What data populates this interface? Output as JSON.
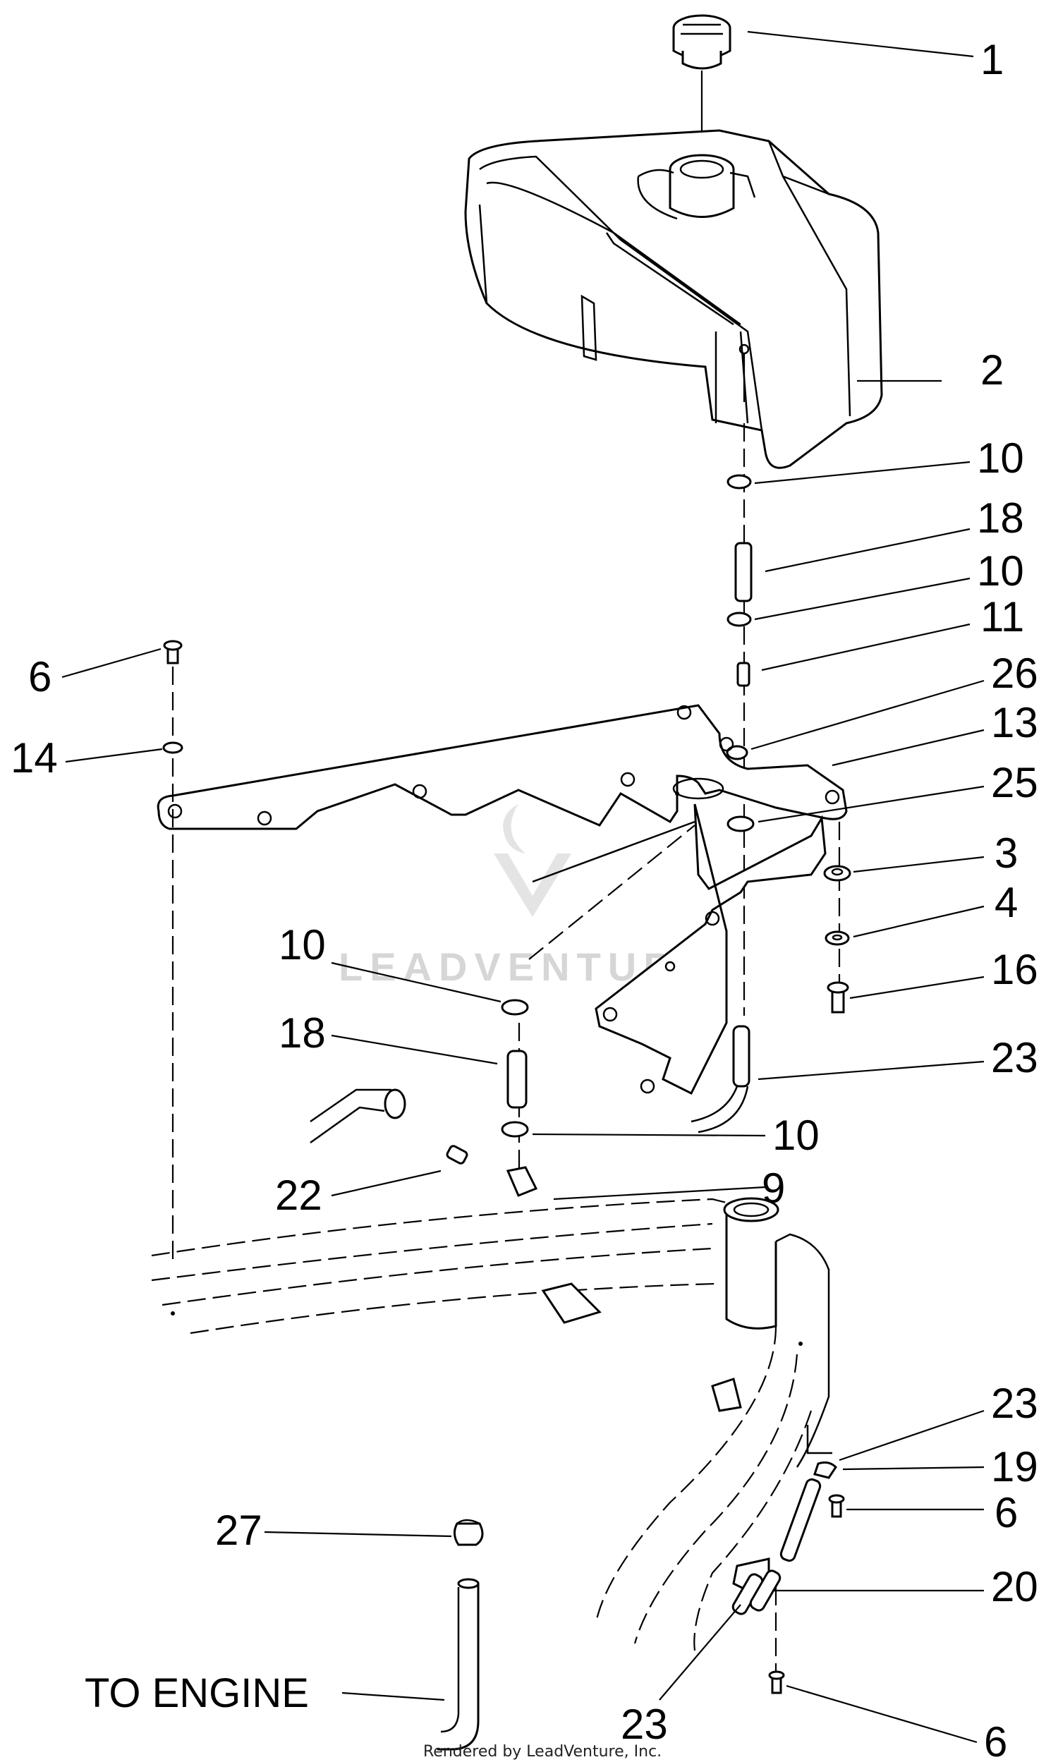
{
  "callouts": {
    "c1": "1",
    "c2": "2",
    "c10a": "10",
    "c18a": "18",
    "c10b": "10",
    "c11": "11",
    "c26": "26",
    "c13": "13",
    "c25": "25",
    "c3": "3",
    "c4": "4",
    "c16": "16",
    "c23a": "23",
    "c6a": "6",
    "c14": "14",
    "c10c": "10",
    "c18b": "18",
    "c10d": "10",
    "c9": "9",
    "c22": "22",
    "c23b": "23",
    "c19": "19",
    "c6b": "6",
    "c27": "27",
    "c20": "20",
    "c23c": "23",
    "c6c": "6"
  },
  "engine_label": "TO ENGINE",
  "watermark": {
    "brand": "LEADVENTURE"
  },
  "credit": "Rendered by LeadVenture, Inc."
}
